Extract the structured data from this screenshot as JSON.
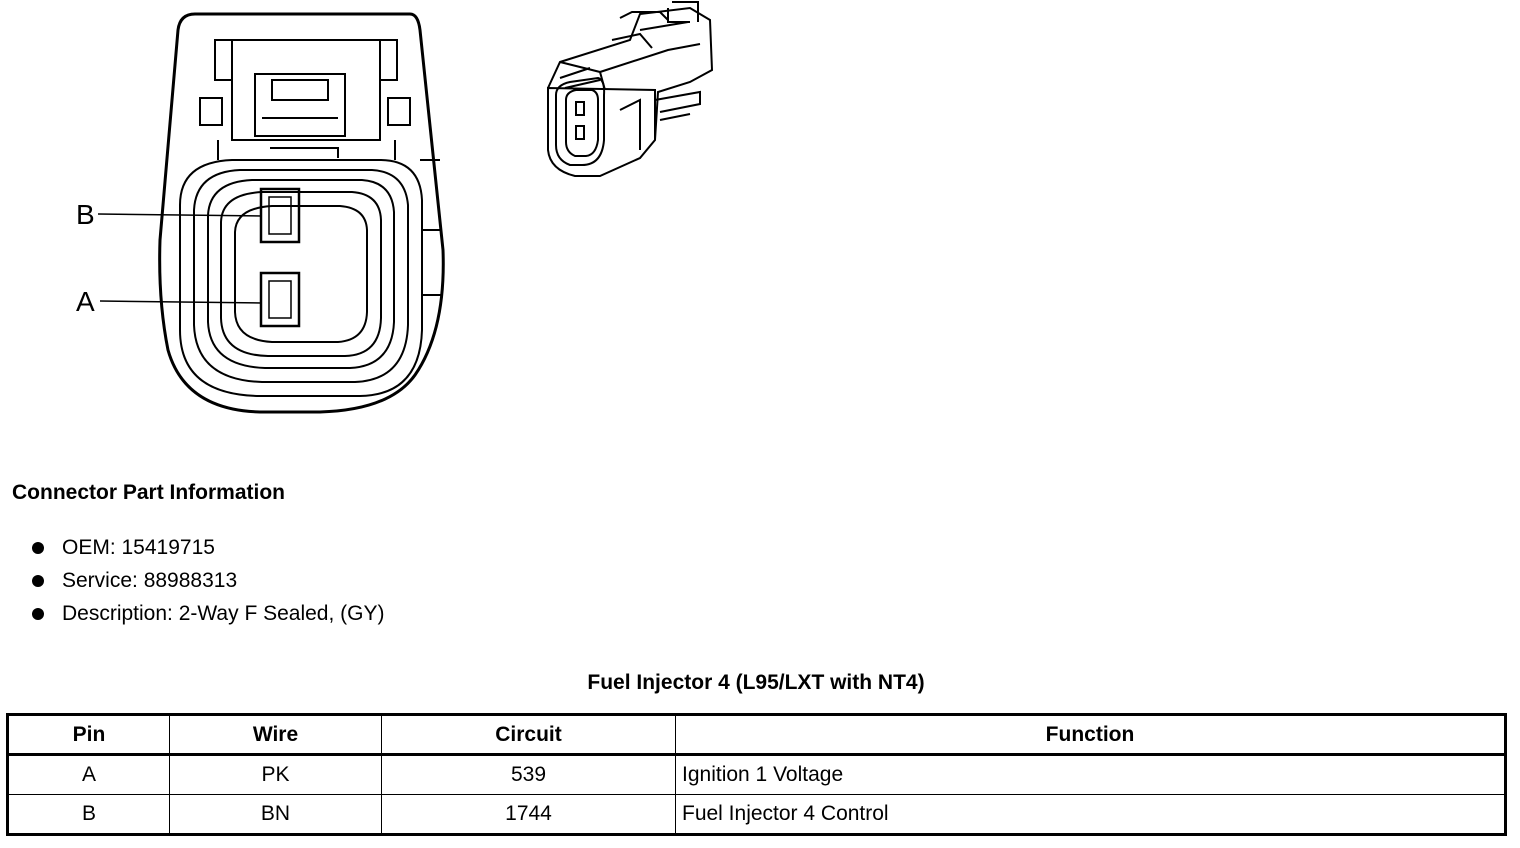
{
  "diagram": {
    "pin_labels": [
      "B",
      "A"
    ]
  },
  "connector_info": {
    "heading": "Connector Part Information",
    "items": [
      "OEM: 15419715",
      "Service: 88988313",
      "Description: 2-Way F Sealed, (GY)"
    ]
  },
  "table": {
    "caption": "Fuel Injector 4 (L95/LXT with NT4)",
    "headers": [
      "Pin",
      "Wire",
      "Circuit",
      "Function"
    ],
    "rows": [
      [
        "A",
        "PK",
        "539",
        "Ignition 1 Voltage"
      ],
      [
        "B",
        "BN",
        "1744",
        "Fuel Injector 4 Control"
      ]
    ]
  }
}
